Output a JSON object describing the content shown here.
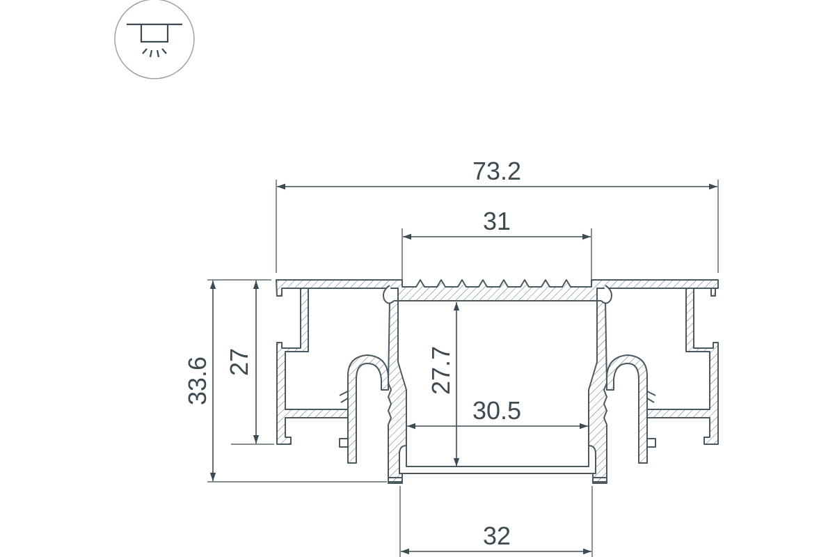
{
  "diagram": {
    "dimensions": {
      "overall_width": "73.2",
      "top_opening_width": "31",
      "overall_height": "33.6",
      "flange_height": "27",
      "inner_depth": "27.7",
      "inner_width": "30.5",
      "bottom_width": "32"
    },
    "icon": "recessed-ceiling-light-icon",
    "colors": {
      "line": "#3c4a52",
      "profile_stroke": "#4a5960",
      "background": "#ffffff"
    }
  }
}
